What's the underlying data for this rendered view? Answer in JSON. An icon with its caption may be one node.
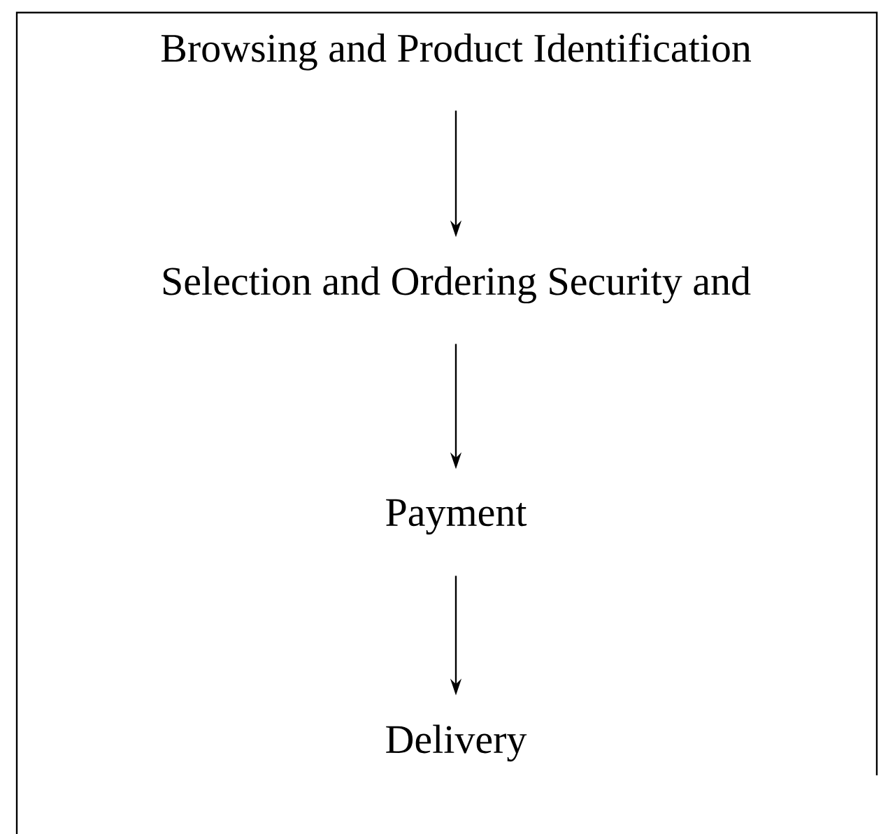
{
  "diagram": {
    "nodes": [
      {
        "text": [
          "Browsing and Product Identification"
        ]
      },
      {
        "text": [
          "Selection and Ordering Security and"
        ]
      },
      {
        "text": [
          "Payment"
        ]
      },
      {
        "text": [
          "Delivery"
        ]
      }
    ],
    "edges": [
      {
        "from": 0,
        "to": 1,
        "arrow": "to"
      },
      {
        "from": 1,
        "to": 2,
        "arrow": "to"
      },
      {
        "from": 2,
        "to": 3,
        "arrow": "to"
      }
    ]
  }
}
